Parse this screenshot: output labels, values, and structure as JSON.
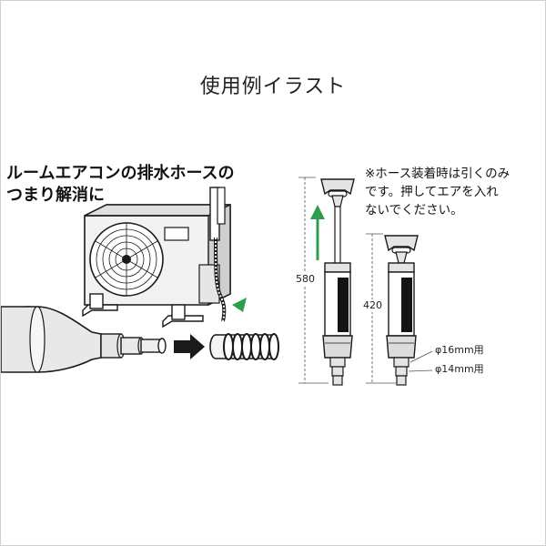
{
  "title": "使用例イラスト",
  "caption": {
    "line1": "ルームエアコンの排水ホースの",
    "line2": "つまり解消に"
  },
  "note": {
    "line1": "※ホース装着時は引くのみ",
    "line2": "です。押してエアを入れ",
    "line3": "ないでください。"
  },
  "dimensions": {
    "extended": "580",
    "retracted": "420"
  },
  "nozzles": {
    "large": "φ16mm用",
    "small": "φ14mm用"
  },
  "colors": {
    "accent_green": "#2e9e4e",
    "ink": "#1a1a1a",
    "panel_gray": "#dedede"
  }
}
